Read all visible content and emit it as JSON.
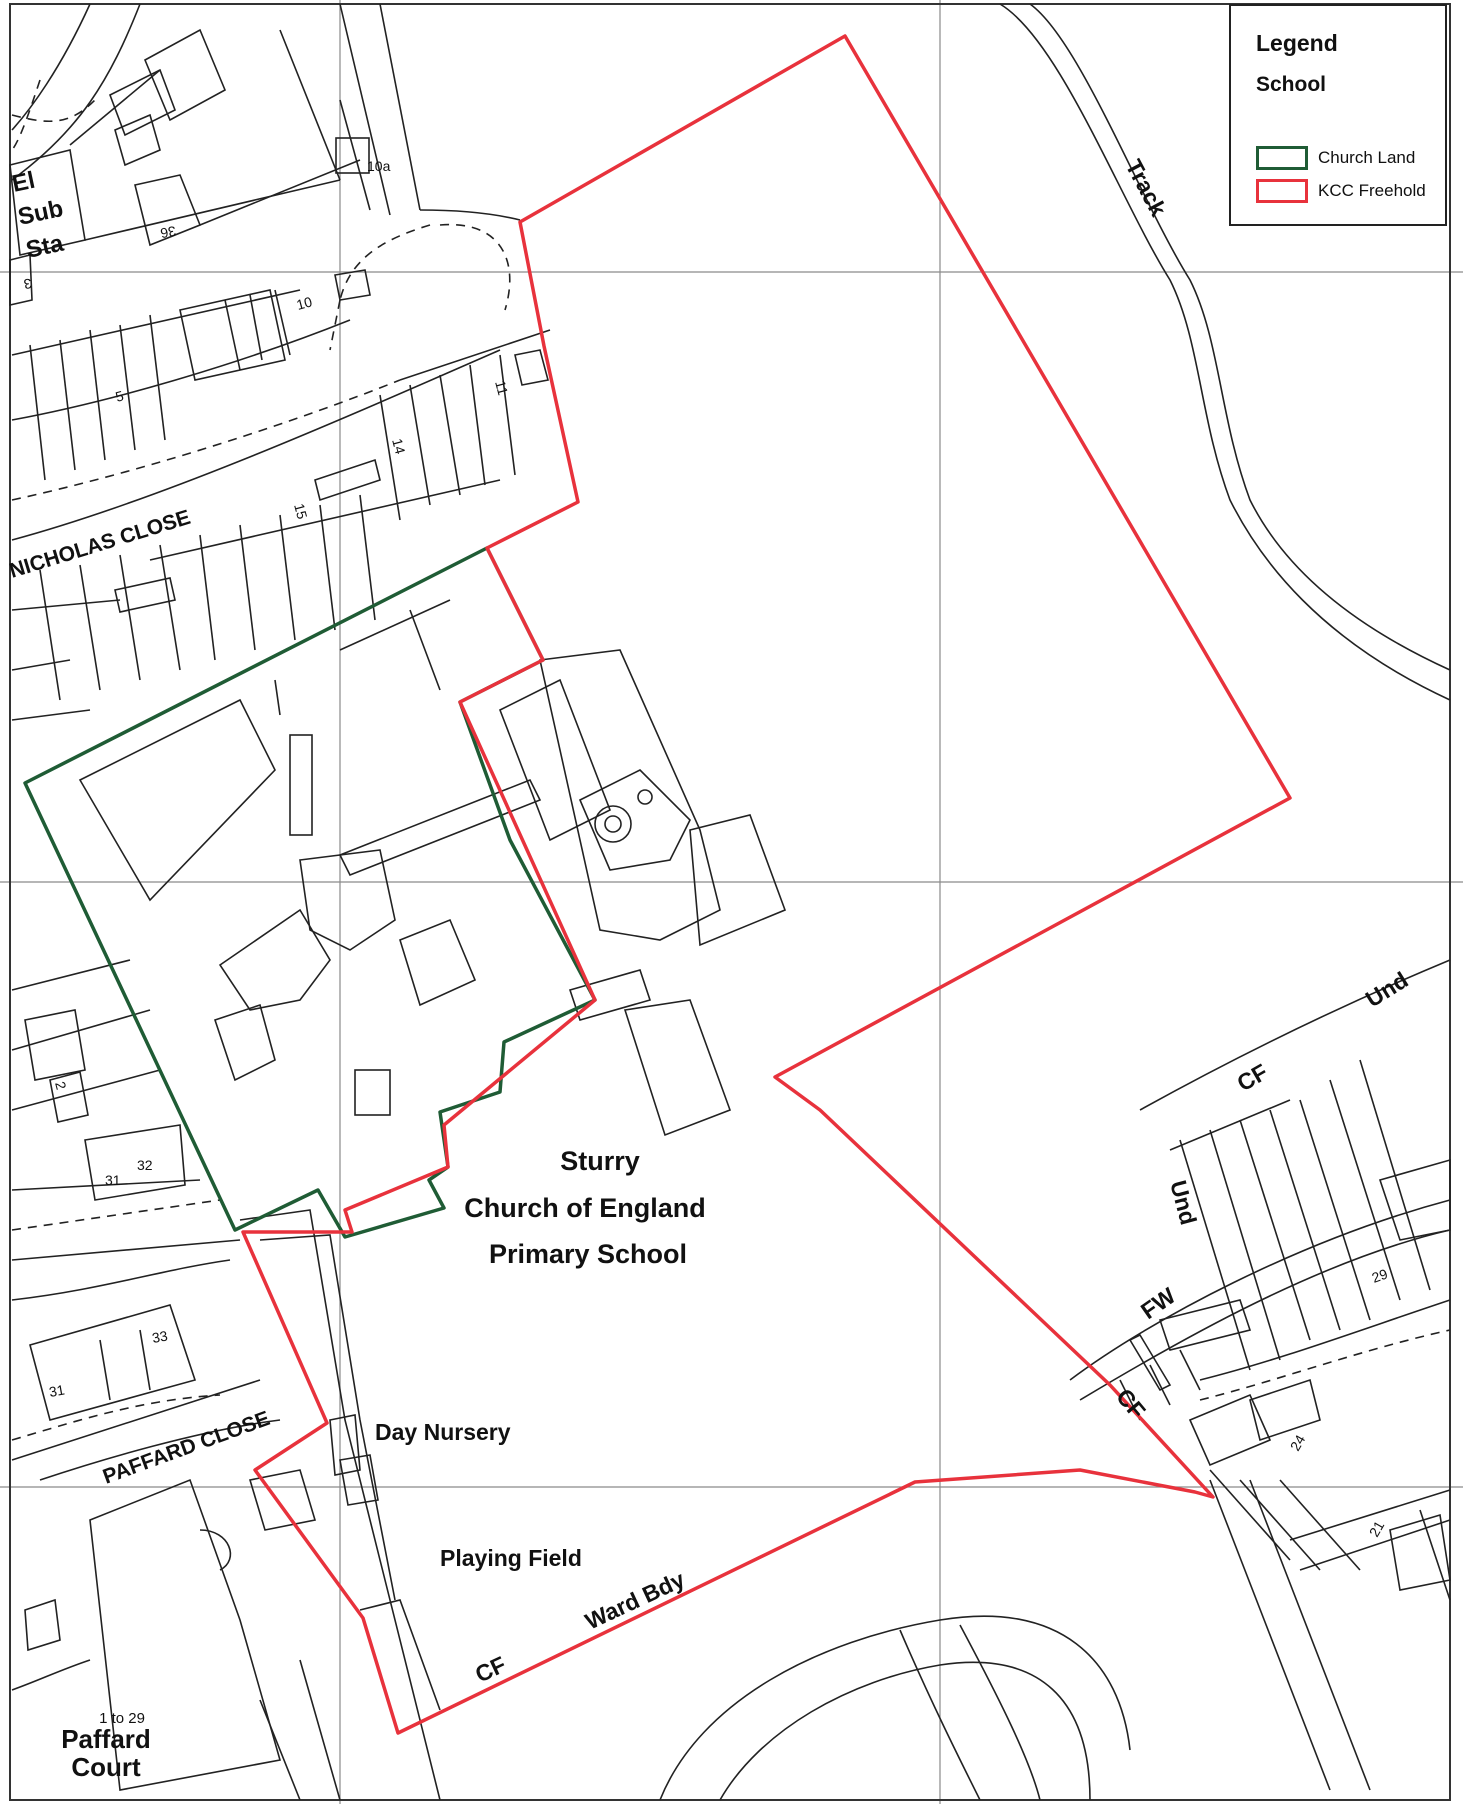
{
  "legend": {
    "title": "Legend",
    "subtitle": "School",
    "items": [
      {
        "label": "Church Land",
        "color": "#1f5c35"
      },
      {
        "label": "KCC Freehold",
        "color": "#e8323c"
      }
    ]
  },
  "labels": {
    "school_line1": "Sturry",
    "school_line2": "Church of England",
    "school_line3": "Primary School",
    "day_nursery": "Day Nursery",
    "playing_field": "Playing Field",
    "ward_bdy": "Ward Bdy",
    "cf_bottom": "CF",
    "cf_right": "CF",
    "cf_lower": "CF",
    "und_top": "Und",
    "und_mid": "Und",
    "fw": "FW",
    "track": "Track",
    "nicholas_close": "NICHOLAS CLOSE",
    "paffard_close": "PAFFARD CLOSE",
    "paffard_court_num": "1 to 29",
    "paffard_court_1": "Paffard",
    "paffard_court_2": "Court",
    "el": "El",
    "sub": "Sub",
    "sta": "Sta"
  },
  "house_numbers": {
    "n10a": "10a",
    "n36": "36",
    "n10": "10",
    "n5": "5",
    "n11": "11",
    "n14": "14",
    "n15": "15",
    "n3": "3",
    "n2": "2",
    "n31a": "31",
    "n32": "32",
    "n33": "33",
    "n31b": "31",
    "n29": "29",
    "n24": "24",
    "n21": "21"
  }
}
